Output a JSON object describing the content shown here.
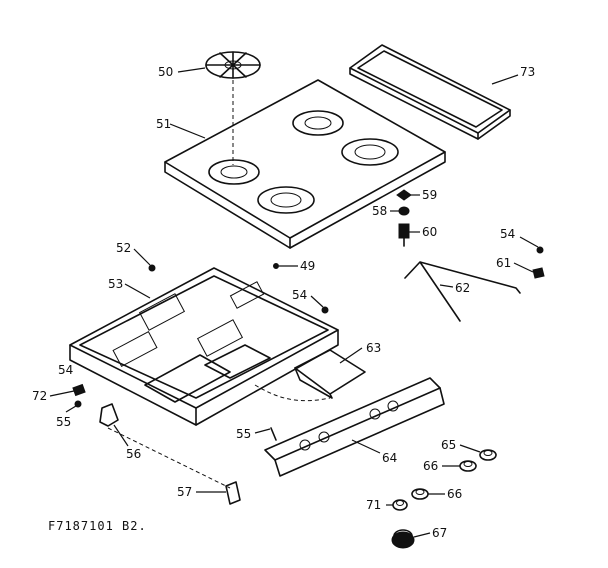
{
  "callouts": {
    "c50": "50",
    "c51": "51",
    "c73": "73",
    "c59": "59",
    "c58": "58",
    "c60": "60",
    "c49": "49",
    "c52": "52",
    "c53": "53",
    "c54a": "54",
    "c54b": "54",
    "c61": "61",
    "c62": "62",
    "c63": "63",
    "c54c": "54",
    "c72": "72",
    "c55a": "55",
    "c56": "56",
    "c55b": "55",
    "c64": "64",
    "c65": "65",
    "c66a": "66",
    "c66b": "66",
    "c71": "71",
    "c57": "57",
    "c67": "67"
  },
  "footer_code": "F7187101 B2."
}
